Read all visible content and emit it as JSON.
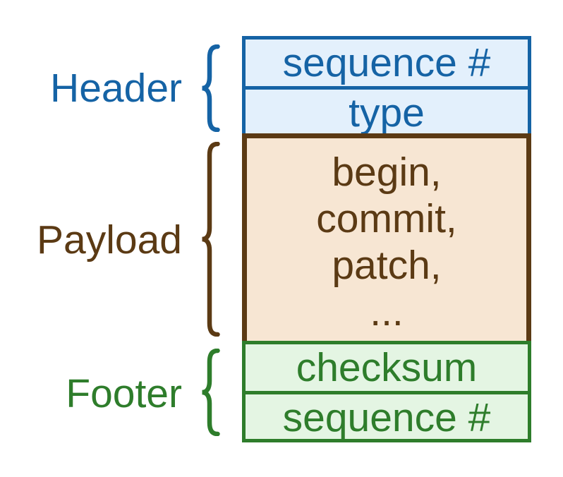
{
  "diagram_type": "packet-structure",
  "colors": {
    "header_accent": "#1563a5",
    "header_fill": "#e3f0fc",
    "payload_accent": "#5b3a14",
    "payload_fill": "#f7e6d3",
    "footer_accent": "#2e7d2b",
    "footer_fill": "#e4f5e3",
    "background": "#ffffff"
  },
  "sections": [
    {
      "label": "Header",
      "fields": [
        "sequence #",
        "type"
      ]
    },
    {
      "label": "Payload",
      "fields": [
        "begin,",
        "commit,",
        "patch,",
        "..."
      ]
    },
    {
      "label": "Footer",
      "fields": [
        "checksum",
        "sequence #"
      ]
    }
  ]
}
